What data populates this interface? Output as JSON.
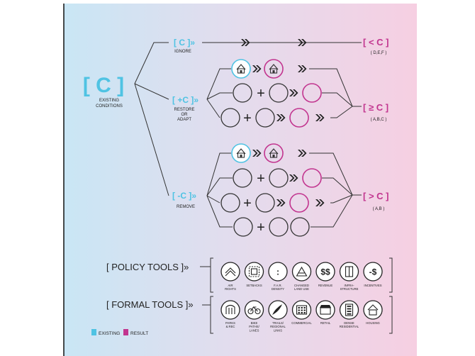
{
  "colors": {
    "existing": "#4fc3e3",
    "result": "#c2358f",
    "bg_left": "#c9e6f5",
    "bg_right": "#f6cfe2"
  },
  "existing_conditions": {
    "symbol": "[ C ]",
    "label": "EXISTING\nCONDITIONS"
  },
  "branches": {
    "ignore": {
      "symbol": "[ C ]»",
      "label": "IGNORE"
    },
    "restore": {
      "symbol": "[ +C ]»",
      "label": "RESTORE\nOR\nADAPT"
    },
    "remove": {
      "symbol": "[ -C ]»",
      "label": "REMOVE"
    }
  },
  "outcomes": {
    "less": {
      "symbol": "[ < C ]",
      "label": "( D,E,F )"
    },
    "gte": {
      "symbol": "[ ≥ C ]",
      "label": "( A,B,C )"
    },
    "greater": {
      "symbol": "[ > C ]",
      "label": "( A,B )"
    }
  },
  "operators": {
    "plus": "+",
    "arrow": "»"
  },
  "policy_tools": {
    "title": "[ POLICY TOOLS ]»",
    "items": [
      {
        "label": "AIR\nRIGHTS",
        "icon": "air-rights-icon",
        "glyph": ""
      },
      {
        "label": "SETBACKS",
        "icon": "setbacks-icon",
        "glyph": ""
      },
      {
        "label": "F.A.R.\nDENSITY",
        "icon": "far-density-icon",
        "glyph": ":"
      },
      {
        "label": "CHANGED\nLAND USE",
        "icon": "land-use-icon",
        "glyph": ""
      },
      {
        "label": "REVENUE",
        "icon": "revenue-icon",
        "glyph": "$$"
      },
      {
        "label": "INFRA-\nSTRUCTURE",
        "icon": "infrastructure-icon",
        "glyph": ""
      },
      {
        "label": "INCENTIVES",
        "icon": "incentives-icon",
        "glyph": "-$"
      }
    ]
  },
  "formal_tools": {
    "title": "[ FORMAL TOOLS ]»",
    "items": [
      {
        "label": "PARKS\n& REC",
        "icon": "parks-icon"
      },
      {
        "label": "BIKE\nPATHS/\nLANES",
        "icon": "bike-icon"
      },
      {
        "label": "TRAILS/\nREGIONAL\nLINKS",
        "icon": "trails-icon"
      },
      {
        "label": "COMMERCIAL",
        "icon": "commercial-icon"
      },
      {
        "label": "RETAIL",
        "icon": "retail-icon"
      },
      {
        "label": "DENSE\nRESIDENTIAL",
        "icon": "dense-residential-icon"
      },
      {
        "label": "HOUSING",
        "icon": "housing-icon"
      }
    ]
  },
  "legend": [
    {
      "label": "EXISTING",
      "color": "#4fc3e3"
    },
    {
      "label": "RESULT",
      "color": "#c2358f"
    }
  ]
}
